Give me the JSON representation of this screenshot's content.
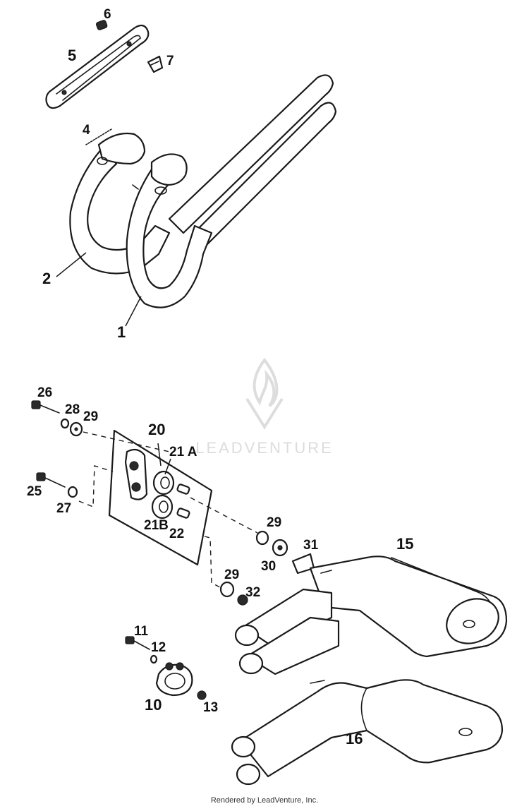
{
  "diagram": {
    "callouts": [
      "1",
      "2",
      "4",
      "5",
      "6",
      "7",
      "10",
      "11",
      "12",
      "13",
      "15",
      "16",
      "20",
      "21 A",
      "21B",
      "22",
      "25",
      "26",
      "27",
      "28",
      "29",
      "29",
      "29",
      "30",
      "31",
      "32"
    ]
  },
  "watermark": {
    "text": "LEADVENTURE"
  },
  "footer": {
    "text": "Rendered by LeadVenture, Inc."
  }
}
